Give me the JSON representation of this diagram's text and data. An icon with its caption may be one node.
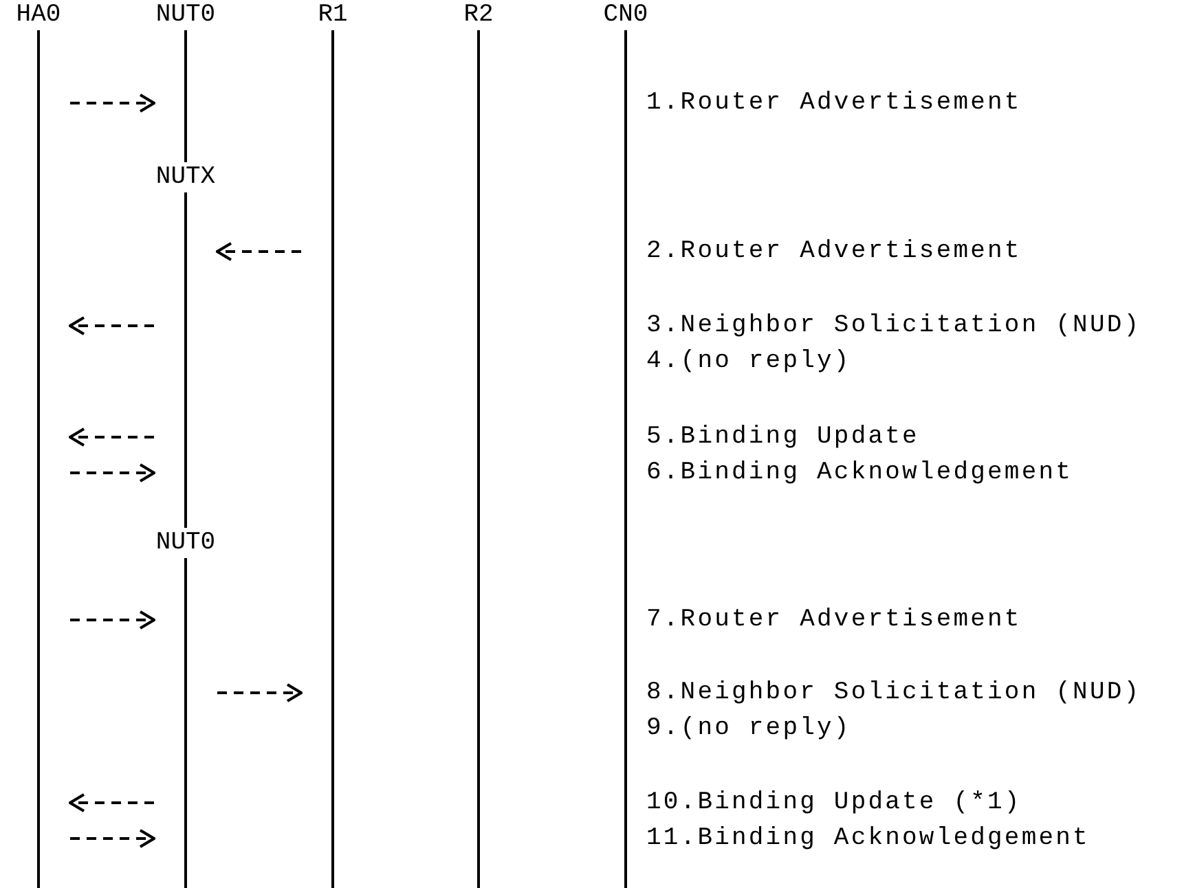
{
  "diagram": {
    "nodes": [
      {
        "text": [
          "HA0"
        ]
      },
      {
        "text": [
          "NUT0"
        ]
      },
      {
        "text": [
          "R1"
        ]
      },
      {
        "text": [
          "R2"
        ]
      },
      {
        "text": [
          "CN0"
        ]
      },
      {
        "text": [
          "NUTX"
        ]
      },
      {
        "text": [
          "NUT0"
        ]
      }
    ],
    "edges": [
      {
        "from": 0,
        "to": 1,
        "arrow": "to",
        "style": "dashed"
      },
      {
        "from": 2,
        "to": 5,
        "arrow": "to",
        "style": "dashed"
      },
      {
        "from": 5,
        "to": 0,
        "arrow": "to",
        "style": "dashed"
      },
      {
        "from": 5,
        "to": 0,
        "arrow": "to",
        "style": "dashed"
      },
      {
        "from": 0,
        "to": 5,
        "arrow": "to",
        "style": "dashed"
      },
      {
        "from": 0,
        "to": 6,
        "arrow": "to",
        "style": "dashed"
      },
      {
        "from": 6,
        "to": 2,
        "arrow": "to",
        "style": "dashed"
      },
      {
        "from": 6,
        "to": 0,
        "arrow": "to",
        "style": "dashed"
      },
      {
        "from": 0,
        "to": 6,
        "arrow": "to",
        "style": "dashed"
      }
    ],
    "labels": [
      "1.Router Advertisement",
      "2.Router Advertisement",
      "3.Neighbor Solicitation (NUD)",
      "4.(no reply)",
      "5.Binding Update",
      "6.Binding Acknowledgement",
      "7.Router Advertisement",
      "8.Neighbor Solicitation (NUD)",
      "9.(no reply)",
      "10.Binding Update (*1)",
      "11.Binding Acknowledgement"
    ]
  }
}
